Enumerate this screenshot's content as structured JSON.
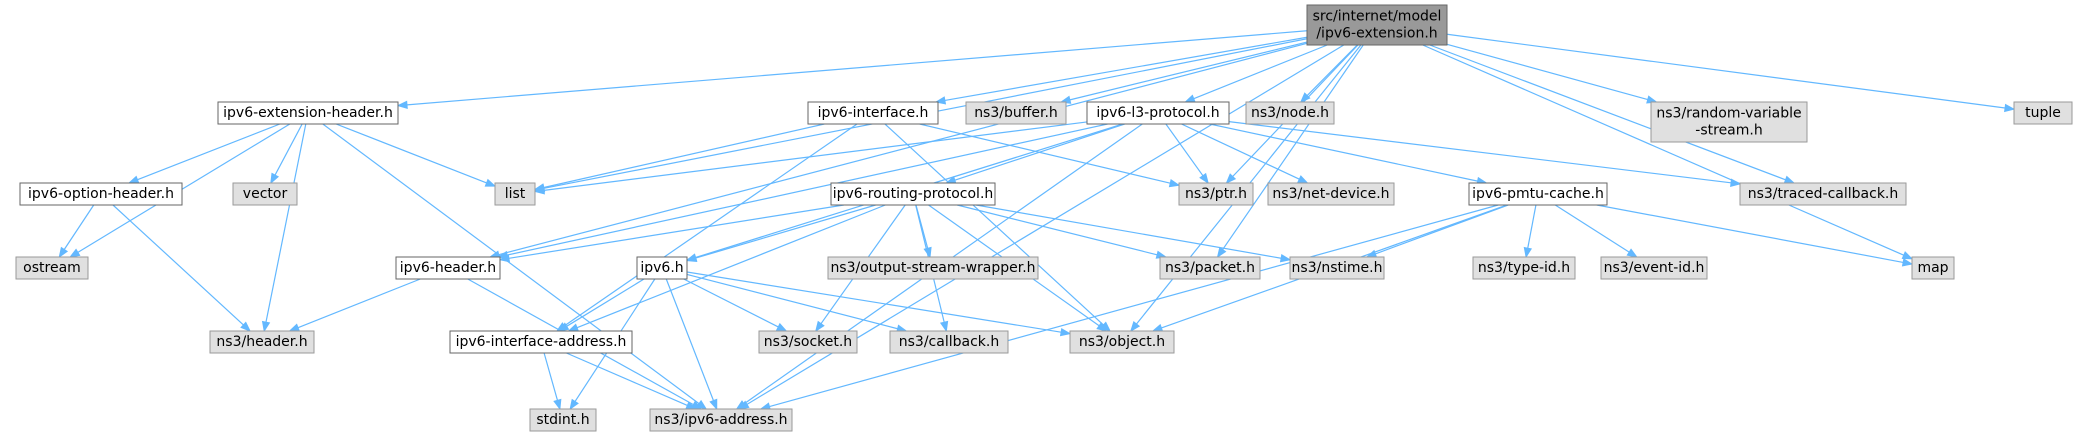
{
  "diagram": {
    "nodes": [
      {
        "id": "root",
        "lines": [
          "src/internet/model",
          "/ipv6-extension.h"
        ],
        "kind": "root"
      },
      {
        "id": "ext_header",
        "lines": [
          "ipv6-extension-header.h"
        ],
        "kind": "local"
      },
      {
        "id": "iface",
        "lines": [
          "ipv6-interface.h"
        ],
        "kind": "local"
      },
      {
        "id": "buffer",
        "lines": [
          "ns3/buffer.h"
        ],
        "kind": "ext"
      },
      {
        "id": "l3",
        "lines": [
          "ipv6-l3-protocol.h"
        ],
        "kind": "local"
      },
      {
        "id": "node",
        "lines": [
          "ns3/node.h"
        ],
        "kind": "ext"
      },
      {
        "id": "randvar",
        "lines": [
          "ns3/random-variable",
          "-stream.h"
        ],
        "kind": "ext"
      },
      {
        "id": "tuple",
        "lines": [
          "tuple"
        ],
        "kind": "ext"
      },
      {
        "id": "opt_header",
        "lines": [
          "ipv6-option-header.h"
        ],
        "kind": "local"
      },
      {
        "id": "vector",
        "lines": [
          "vector"
        ],
        "kind": "ext"
      },
      {
        "id": "list",
        "lines": [
          "list"
        ],
        "kind": "ext"
      },
      {
        "id": "ptr",
        "lines": [
          "ns3/ptr.h"
        ],
        "kind": "ext"
      },
      {
        "id": "netdev",
        "lines": [
          "ns3/net-device.h"
        ],
        "kind": "ext"
      },
      {
        "id": "pmtu",
        "lines": [
          "ipv6-pmtu-cache.h"
        ],
        "kind": "local"
      },
      {
        "id": "traced",
        "lines": [
          "ns3/traced-callback.h"
        ],
        "kind": "ext"
      },
      {
        "id": "map",
        "lines": [
          "map"
        ],
        "kind": "ext"
      },
      {
        "id": "ostream",
        "lines": [
          "ostream"
        ],
        "kind": "ext"
      },
      {
        "id": "routing",
        "lines": [
          "ipv6-routing-protocol.h"
        ],
        "kind": "local"
      },
      {
        "id": "ipv6hdr",
        "lines": [
          "ipv6-header.h"
        ],
        "kind": "local"
      },
      {
        "id": "ipv6",
        "lines": [
          "ipv6.h"
        ],
        "kind": "local"
      },
      {
        "id": "outstream",
        "lines": [
          "ns3/output-stream-wrapper.h"
        ],
        "kind": "ext"
      },
      {
        "id": "packet",
        "lines": [
          "ns3/packet.h"
        ],
        "kind": "ext"
      },
      {
        "id": "nstime",
        "lines": [
          "ns3/nstime.h"
        ],
        "kind": "ext"
      },
      {
        "id": "typeid",
        "lines": [
          "ns3/type-id.h"
        ],
        "kind": "ext"
      },
      {
        "id": "eventid",
        "lines": [
          "ns3/event-id.h"
        ],
        "kind": "ext"
      },
      {
        "id": "header",
        "lines": [
          "ns3/header.h"
        ],
        "kind": "ext"
      },
      {
        "id": "ifaceaddr",
        "lines": [
          "ipv6-interface-address.h"
        ],
        "kind": "local"
      },
      {
        "id": "socket",
        "lines": [
          "ns3/socket.h"
        ],
        "kind": "ext"
      },
      {
        "id": "callback",
        "lines": [
          "ns3/callback.h"
        ],
        "kind": "ext"
      },
      {
        "id": "object",
        "lines": [
          "ns3/object.h"
        ],
        "kind": "ext"
      },
      {
        "id": "stdint",
        "lines": [
          "stdint.h"
        ],
        "kind": "ext"
      },
      {
        "id": "ipv6addr",
        "lines": [
          "ns3/ipv6-address.h"
        ],
        "kind": "ext"
      }
    ],
    "edges": [
      [
        "root",
        "ext_header"
      ],
      [
        "root",
        "iface"
      ],
      [
        "root",
        "buffer"
      ],
      [
        "root",
        "l3"
      ],
      [
        "root",
        "node"
      ],
      [
        "root",
        "randvar"
      ],
      [
        "root",
        "tuple"
      ],
      [
        "root",
        "list"
      ],
      [
        "root",
        "ptr"
      ],
      [
        "root",
        "traced"
      ],
      [
        "root",
        "map"
      ],
      [
        "root",
        "ipv6hdr"
      ],
      [
        "root",
        "packet"
      ],
      [
        "root",
        "object"
      ],
      [
        "root",
        "ipv6addr"
      ],
      [
        "ext_header",
        "opt_header"
      ],
      [
        "ext_header",
        "vector"
      ],
      [
        "ext_header",
        "list"
      ],
      [
        "ext_header",
        "ostream"
      ],
      [
        "ext_header",
        "header"
      ],
      [
        "ext_header",
        "ipv6addr"
      ],
      [
        "opt_header",
        "ostream"
      ],
      [
        "opt_header",
        "header"
      ],
      [
        "iface",
        "list"
      ],
      [
        "iface",
        "ptr"
      ],
      [
        "iface",
        "ifaceaddr"
      ],
      [
        "iface",
        "object"
      ],
      [
        "l3",
        "list"
      ],
      [
        "l3",
        "ptr"
      ],
      [
        "l3",
        "netdev"
      ],
      [
        "l3",
        "pmtu"
      ],
      [
        "l3",
        "traced"
      ],
      [
        "l3",
        "routing"
      ],
      [
        "l3",
        "ipv6hdr"
      ],
      [
        "l3",
        "ipv6"
      ],
      [
        "l3",
        "ipv6addr"
      ],
      [
        "pmtu",
        "map"
      ],
      [
        "pmtu",
        "nstime"
      ],
      [
        "pmtu",
        "typeid"
      ],
      [
        "pmtu",
        "eventid"
      ],
      [
        "pmtu",
        "object"
      ],
      [
        "pmtu",
        "ipv6addr"
      ],
      [
        "routing",
        "ipv6hdr"
      ],
      [
        "routing",
        "ipv6"
      ],
      [
        "routing",
        "outstream"
      ],
      [
        "routing",
        "packet"
      ],
      [
        "routing",
        "nstime"
      ],
      [
        "routing",
        "ifaceaddr"
      ],
      [
        "routing",
        "socket"
      ],
      [
        "routing",
        "callback"
      ],
      [
        "routing",
        "object"
      ],
      [
        "ipv6hdr",
        "header"
      ],
      [
        "ipv6hdr",
        "ipv6addr"
      ],
      [
        "ipv6",
        "ifaceaddr"
      ],
      [
        "ipv6",
        "socket"
      ],
      [
        "ipv6",
        "callback"
      ],
      [
        "ipv6",
        "object"
      ],
      [
        "ipv6",
        "stdint"
      ],
      [
        "ipv6",
        "ipv6addr"
      ],
      [
        "ifaceaddr",
        "stdint"
      ],
      [
        "ifaceaddr",
        "ipv6addr"
      ]
    ]
  }
}
